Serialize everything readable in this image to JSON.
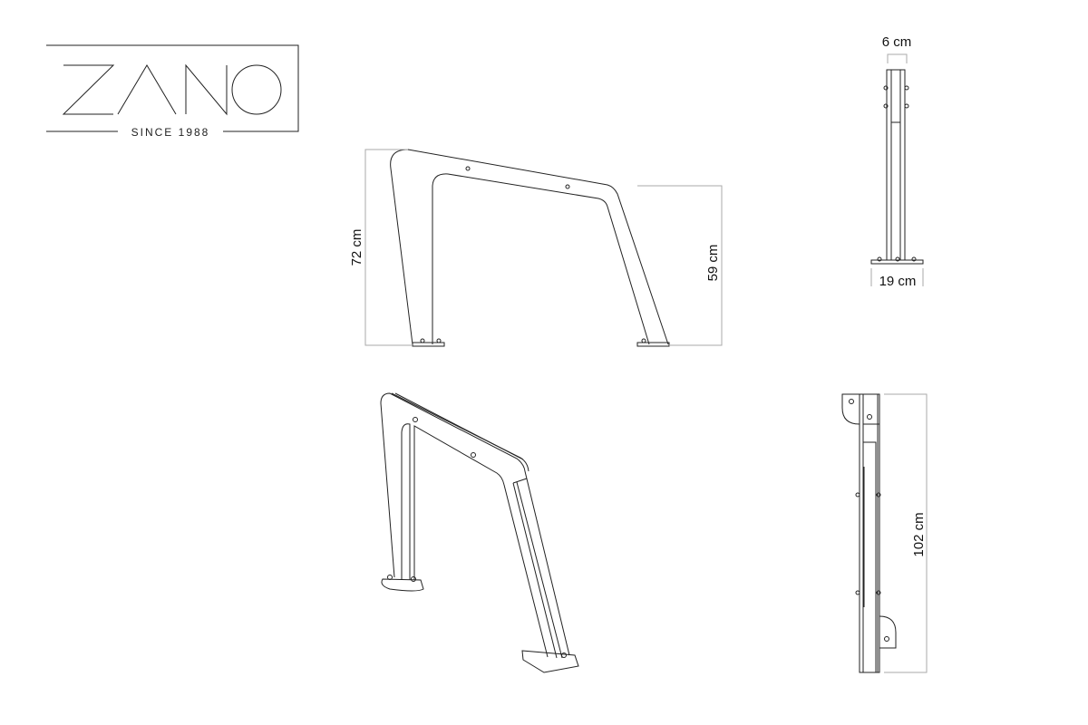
{
  "logo": {
    "brand": "ZANO",
    "tagline": "SINCE 1988"
  },
  "dimensions": {
    "front_height": "72 cm",
    "front_clearance": "59 cm",
    "side_width_top": "6 cm",
    "side_base_width": "19 cm",
    "top_length": "102 cm"
  }
}
